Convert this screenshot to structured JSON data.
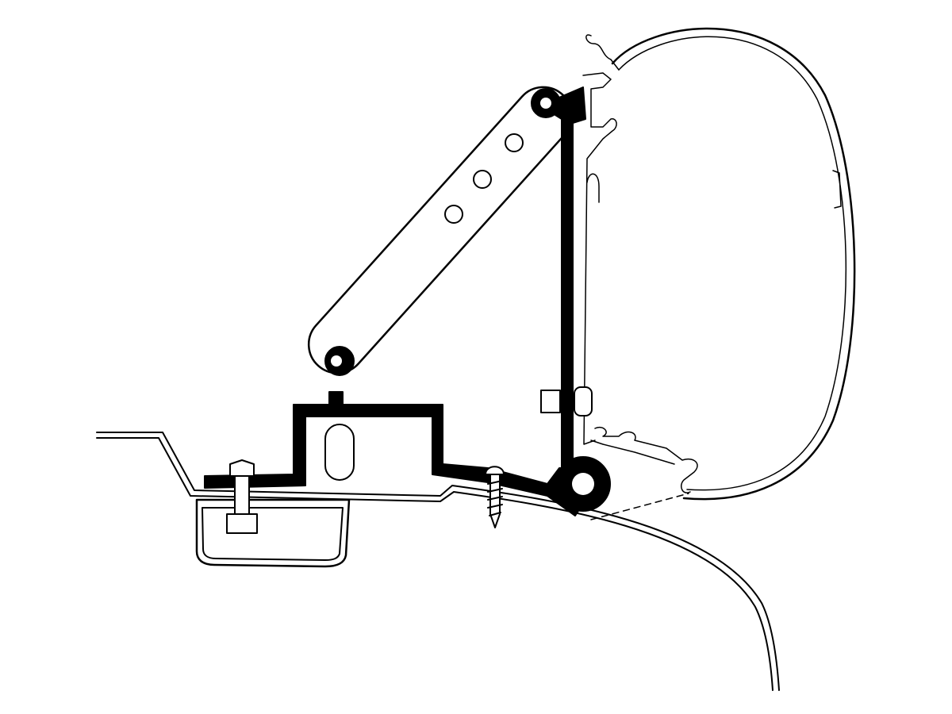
{
  "colors": {
    "line": "#000000",
    "fill_dark": "#000000",
    "background": "#ffffff"
  },
  "parts": [
    "awning-casing",
    "adapter-arm",
    "vertical-bracket",
    "base-bracket",
    "roof-rail",
    "roof-panel",
    "bolt",
    "screw",
    "nut-and-bolt"
  ]
}
